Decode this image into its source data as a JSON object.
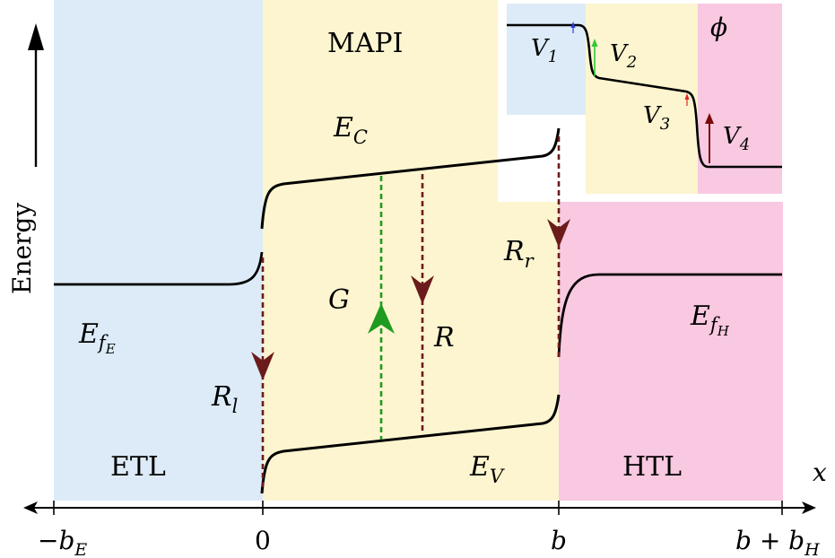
{
  "colors": {
    "etl": "#dcebf7",
    "mapi": "#fcf5cf",
    "htl": "#f9c8e1",
    "band": "#000000",
    "recomb": "#6b1b1b",
    "generation": "#1f9b1f",
    "v1": "#2b3bd0",
    "v2": "#32c832",
    "v3": "#e02424",
    "v4": "#7a0a0a"
  },
  "regions": {
    "etl": "ETL",
    "mapi": "MAPI",
    "htl": "HTL"
  },
  "axis": {
    "y_label": "Energy",
    "x_label": "x",
    "ticks": [
      "−b",
      "0",
      "b",
      "b + b"
    ],
    "tick_subscripts": [
      "E",
      "",
      "",
      "H"
    ]
  },
  "bands": {
    "ec": {
      "main": "E",
      "sub": "C"
    },
    "ev": {
      "main": "E",
      "sub": "V"
    },
    "efe": {
      "main": "E",
      "sub": "f",
      "subsub": "E"
    },
    "efh": {
      "main": "E",
      "sub": "f",
      "subsub": "H"
    }
  },
  "processes": {
    "g": "G",
    "r": "R",
    "rl": {
      "main": "R",
      "sub": "l"
    },
    "rr": {
      "main": "R",
      "sub": "r"
    }
  },
  "inset": {
    "v1": {
      "main": "V",
      "sub": "1"
    },
    "v2": {
      "main": "V",
      "sub": "2"
    },
    "v3": {
      "main": "V",
      "sub": "3"
    },
    "v4": {
      "main": "V",
      "sub": "4"
    },
    "phi": "ϕ"
  }
}
